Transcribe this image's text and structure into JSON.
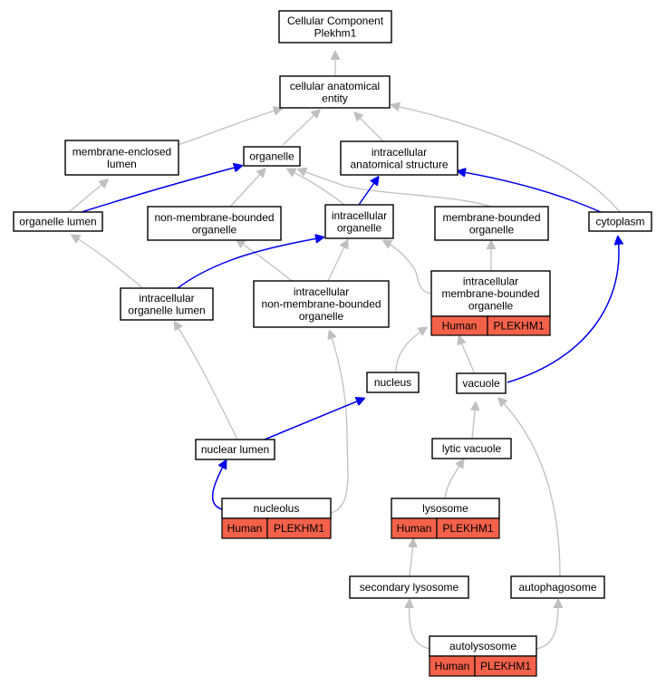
{
  "graph": {
    "colors": {
      "is_a_edge": "#c0c0c0",
      "part_of_edge": "#0000ee",
      "annotation_fill": "#f4614a",
      "node_border": "#000000"
    },
    "nodes": {
      "root": {
        "lines": [
          "Cellular Component",
          "Plekhm1"
        ]
      },
      "cae": {
        "lines": [
          "cellular anatomical",
          "entity"
        ]
      },
      "mel": {
        "lines": [
          "membrane-enclosed",
          "lumen"
        ]
      },
      "organelle": {
        "lines": [
          "organelle"
        ]
      },
      "ias": {
        "lines": [
          "intracellular",
          "anatomical structure"
        ]
      },
      "olumen": {
        "lines": [
          "organelle lumen"
        ]
      },
      "nmbo": {
        "lines": [
          "non-membrane-bounded",
          "organelle"
        ]
      },
      "io": {
        "lines": [
          "intracellular",
          "organelle"
        ]
      },
      "mbo": {
        "lines": [
          "membrane-bounded",
          "organelle"
        ]
      },
      "cyto": {
        "lines": [
          "cytoplasm"
        ]
      },
      "iol": {
        "lines": [
          "intracellular",
          "organelle lumen"
        ]
      },
      "inmbo": {
        "lines": [
          "intracellular",
          "non-membrane-bounded",
          "organelle"
        ]
      },
      "imbo": {
        "lines": [
          "intracellular",
          "membrane-bounded",
          "organelle"
        ],
        "annotation": [
          "Human",
          "PLEKHM1"
        ]
      },
      "nucleus": {
        "lines": [
          "nucleus"
        ]
      },
      "vacuole": {
        "lines": [
          "vacuole"
        ]
      },
      "nlumen": {
        "lines": [
          "nuclear lumen"
        ]
      },
      "lvac": {
        "lines": [
          "lytic vacuole"
        ]
      },
      "nucleolus": {
        "lines": [
          "nucleolus"
        ],
        "annotation": [
          "Human",
          "PLEKHM1"
        ]
      },
      "lysosome": {
        "lines": [
          "lysosome"
        ],
        "annotation": [
          "Human",
          "PLEKHM1"
        ]
      },
      "slys": {
        "lines": [
          "secondary lysosome"
        ]
      },
      "autoph": {
        "lines": [
          "autophagosome"
        ]
      },
      "autolys": {
        "lines": [
          "autolysosome"
        ],
        "annotation": [
          "Human",
          "PLEKHM1"
        ]
      }
    }
  }
}
